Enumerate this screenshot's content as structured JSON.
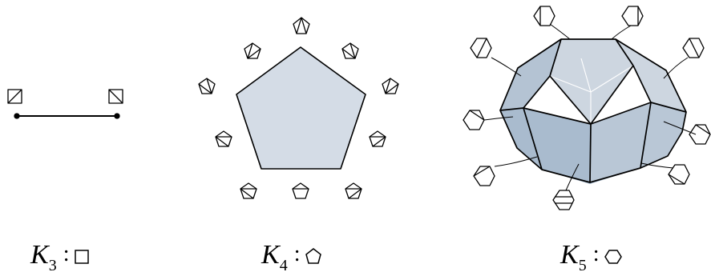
{
  "labels": [
    {
      "letter": "K",
      "subscript": "3",
      "colon": ":"
    },
    {
      "letter": "K",
      "subscript": "4",
      "colon": ":"
    },
    {
      "letter": "K",
      "subscript": "5",
      "colon": ":"
    }
  ],
  "colors": {
    "stroke": "#000000",
    "face_light": "#d4dce6",
    "face_mid": "#b7c6d6",
    "face_dark": "#9fb3c7",
    "back_edge": "#ffffff"
  },
  "icons": {
    "k3_shape": "square-icon",
    "k4_shape": "pentagon-icon",
    "k5_shape": "hexagon-icon"
  }
}
